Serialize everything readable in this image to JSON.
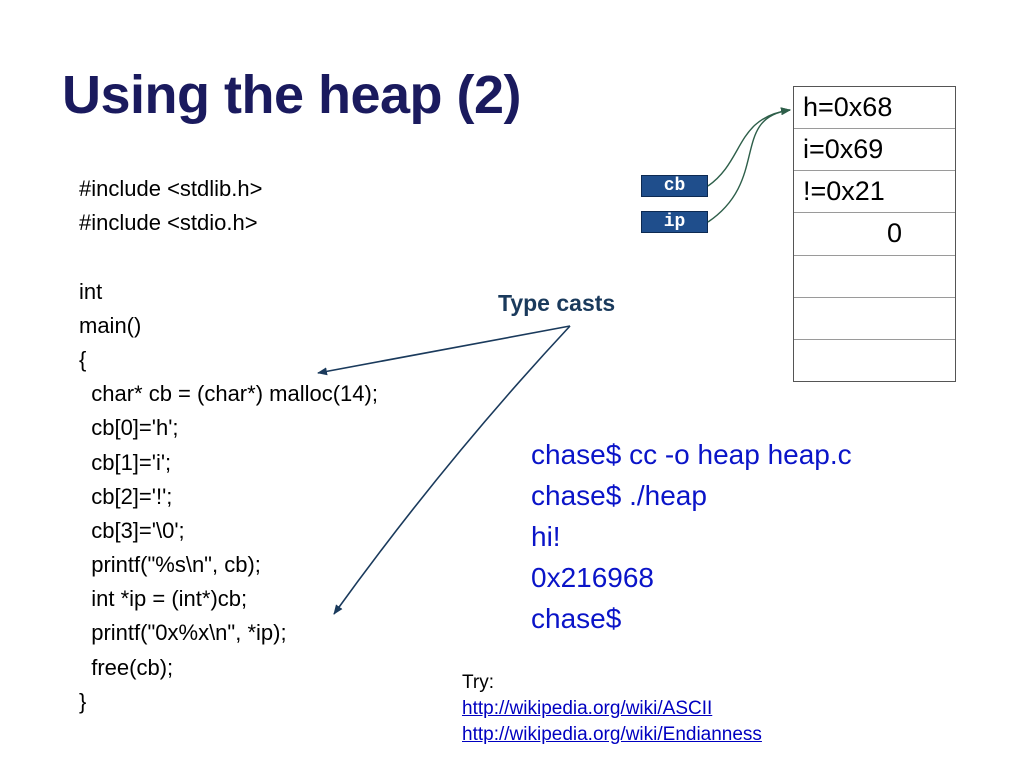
{
  "slide": {
    "title": "Using the heap (2)",
    "code_lines": [
      "#include <stdlib.h>",
      "#include <stdio.h>",
      "",
      "int",
      "main()",
      "{",
      "  char* cb = (char*) malloc(14);",
      "  cb[0]='h';",
      "  cb[1]='i';",
      "  cb[2]='!';",
      "  cb[3]='\\0';",
      "  printf(\"%s\\n\", cb);",
      "  int *ip = (int*)cb;",
      "  printf(\"0x%x\\n\", *ip);",
      "  free(cb);",
      "}"
    ],
    "annotation": "Type casts",
    "pointers": {
      "cb": "cb",
      "ip": "ip"
    },
    "memory_cells": [
      "h=0x68",
      "i=0x69",
      "!=0x21",
      "0",
      "",
      "",
      ""
    ],
    "terminal_lines": [
      "chase$ cc -o heap heap.c",
      "chase$ ./heap",
      "hi!",
      "0x216968",
      "chase$"
    ],
    "try": {
      "label": "Try:",
      "links": [
        "http://wikipedia.org/wiki/ASCII",
        "http://wikipedia.org/wiki/Endianness"
      ]
    },
    "colors": {
      "title": "#1a1a5e",
      "terminal": "#0a14c8",
      "pointer_box": "#1f4e8c",
      "annotation": "#1a3a5c",
      "link": "#0000c0"
    }
  }
}
